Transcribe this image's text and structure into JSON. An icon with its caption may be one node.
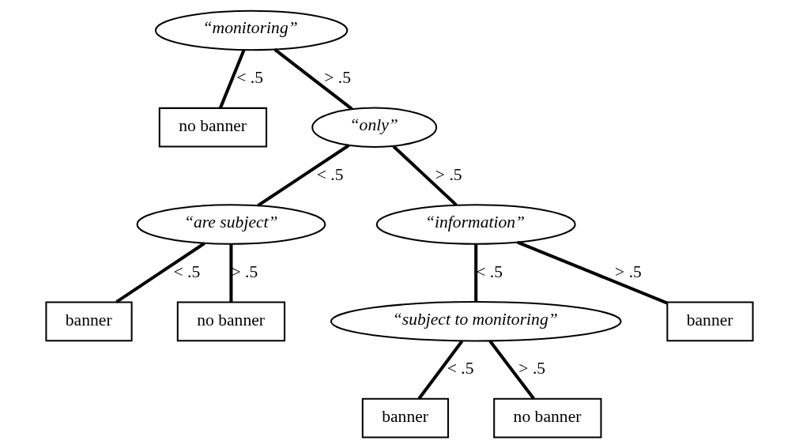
{
  "diagram": {
    "nodes": [
      {
        "text": [
          "“monitoring”"
        ]
      },
      {
        "text": [
          "no banner"
        ]
      },
      {
        "text": [
          "“only”"
        ]
      },
      {
        "text": [
          "“are subject”"
        ]
      },
      {
        "text": [
          "“information”"
        ]
      },
      {
        "text": [
          "banner"
        ]
      },
      {
        "text": [
          "no banner"
        ]
      },
      {
        "text": [
          "“subject to monitoring”"
        ]
      },
      {
        "text": [
          "banner"
        ]
      },
      {
        "text": [
          "banner"
        ]
      },
      {
        "text": [
          "no banner"
        ]
      }
    ],
    "edges": [
      {
        "from": 0,
        "to": 1,
        "arrow": "none",
        "label": "< .5"
      },
      {
        "from": 0,
        "to": 2,
        "arrow": "none",
        "label": "> .5"
      },
      {
        "from": 2,
        "to": 3,
        "arrow": "none",
        "label": "< .5"
      },
      {
        "from": 2,
        "to": 4,
        "arrow": "none",
        "label": "> .5"
      },
      {
        "from": 3,
        "to": 5,
        "arrow": "none",
        "label": "< .5"
      },
      {
        "from": 3,
        "to": 6,
        "arrow": "none",
        "label": "> .5"
      },
      {
        "from": 4,
        "to": 7,
        "arrow": "none",
        "label": "< .5"
      },
      {
        "from": 4,
        "to": 8,
        "arrow": "none",
        "label": "> .5"
      },
      {
        "from": 7,
        "to": 9,
        "arrow": "none",
        "label": "< .5"
      },
      {
        "from": 7,
        "to": 10,
        "arrow": "none",
        "label": "> .5"
      }
    ]
  }
}
